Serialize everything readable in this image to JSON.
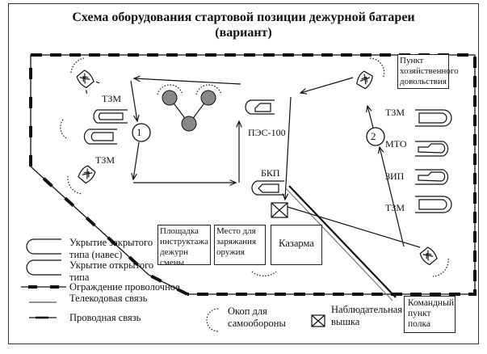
{
  "title": {
    "line1": "Схема оборудования стартовой позиции дежурной батареи",
    "line2": "(вариант)"
  },
  "labels": {
    "tzm_top_left": "ТЗМ",
    "tzm_bottom_left": "ТЗМ",
    "pes": "ПЭС-100",
    "bkp": "БКП",
    "tzm_right": "ТЗМ",
    "mto": "МТО",
    "zip": "ЗИП",
    "tzm_right_bottom": "ТЗМ",
    "circle_1": "1",
    "circle_2": "2"
  },
  "boxes": {
    "supply_point": "Пункт хозяйственного довольствия",
    "briefing_area": "Площадка инструктажа дежурн смены",
    "weapon_loading": "Место для заряжания оружия",
    "barracks": "Казарма",
    "regiment_cp": "Командный пункт полка"
  },
  "legend": {
    "closed_shelter": "Укрытие закрытого типа (навес)",
    "open_shelter": "Укрытие открытого типа",
    "wire_fence": "Ограждение проволочное",
    "telecode_link": "Телекодовая связь",
    "wired_link": "Проводная связь",
    "trench": "Окоп для самообороны",
    "watchtower": "Наблюдательная вышка"
  }
}
